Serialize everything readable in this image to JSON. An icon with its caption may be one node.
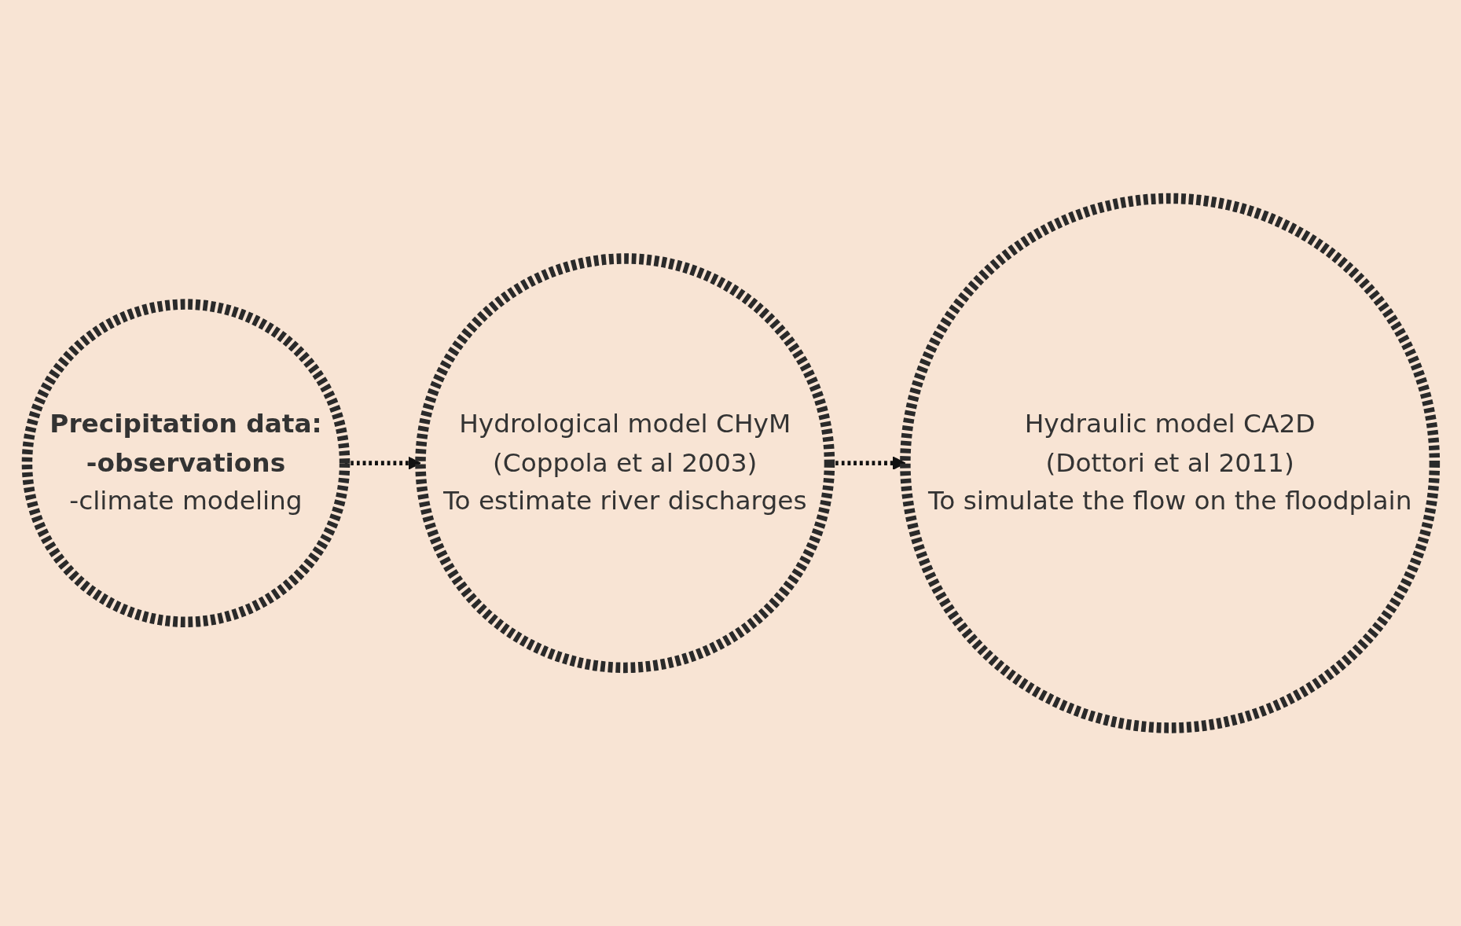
{
  "diagram": {
    "nodes": [
      {
        "text": [
          "Precipitation data:",
          "-observations",
          "-climate modeling"
        ]
      },
      {
        "text": [
          "Hydrological model CHyM",
          "(Coppola et al 2003)",
          "To estimate river discharges"
        ]
      },
      {
        "text": [
          "Hydraulic model CA2D",
          "(Dottori et al 2011)",
          "To simulate the flow on the floodplain"
        ]
      }
    ],
    "edges": [
      {
        "from": 0,
        "to": 1,
        "arrow": "to",
        "style": "dashed"
      },
      {
        "from": 1,
        "to": 2,
        "arrow": "to",
        "style": "dashed"
      }
    ]
  }
}
